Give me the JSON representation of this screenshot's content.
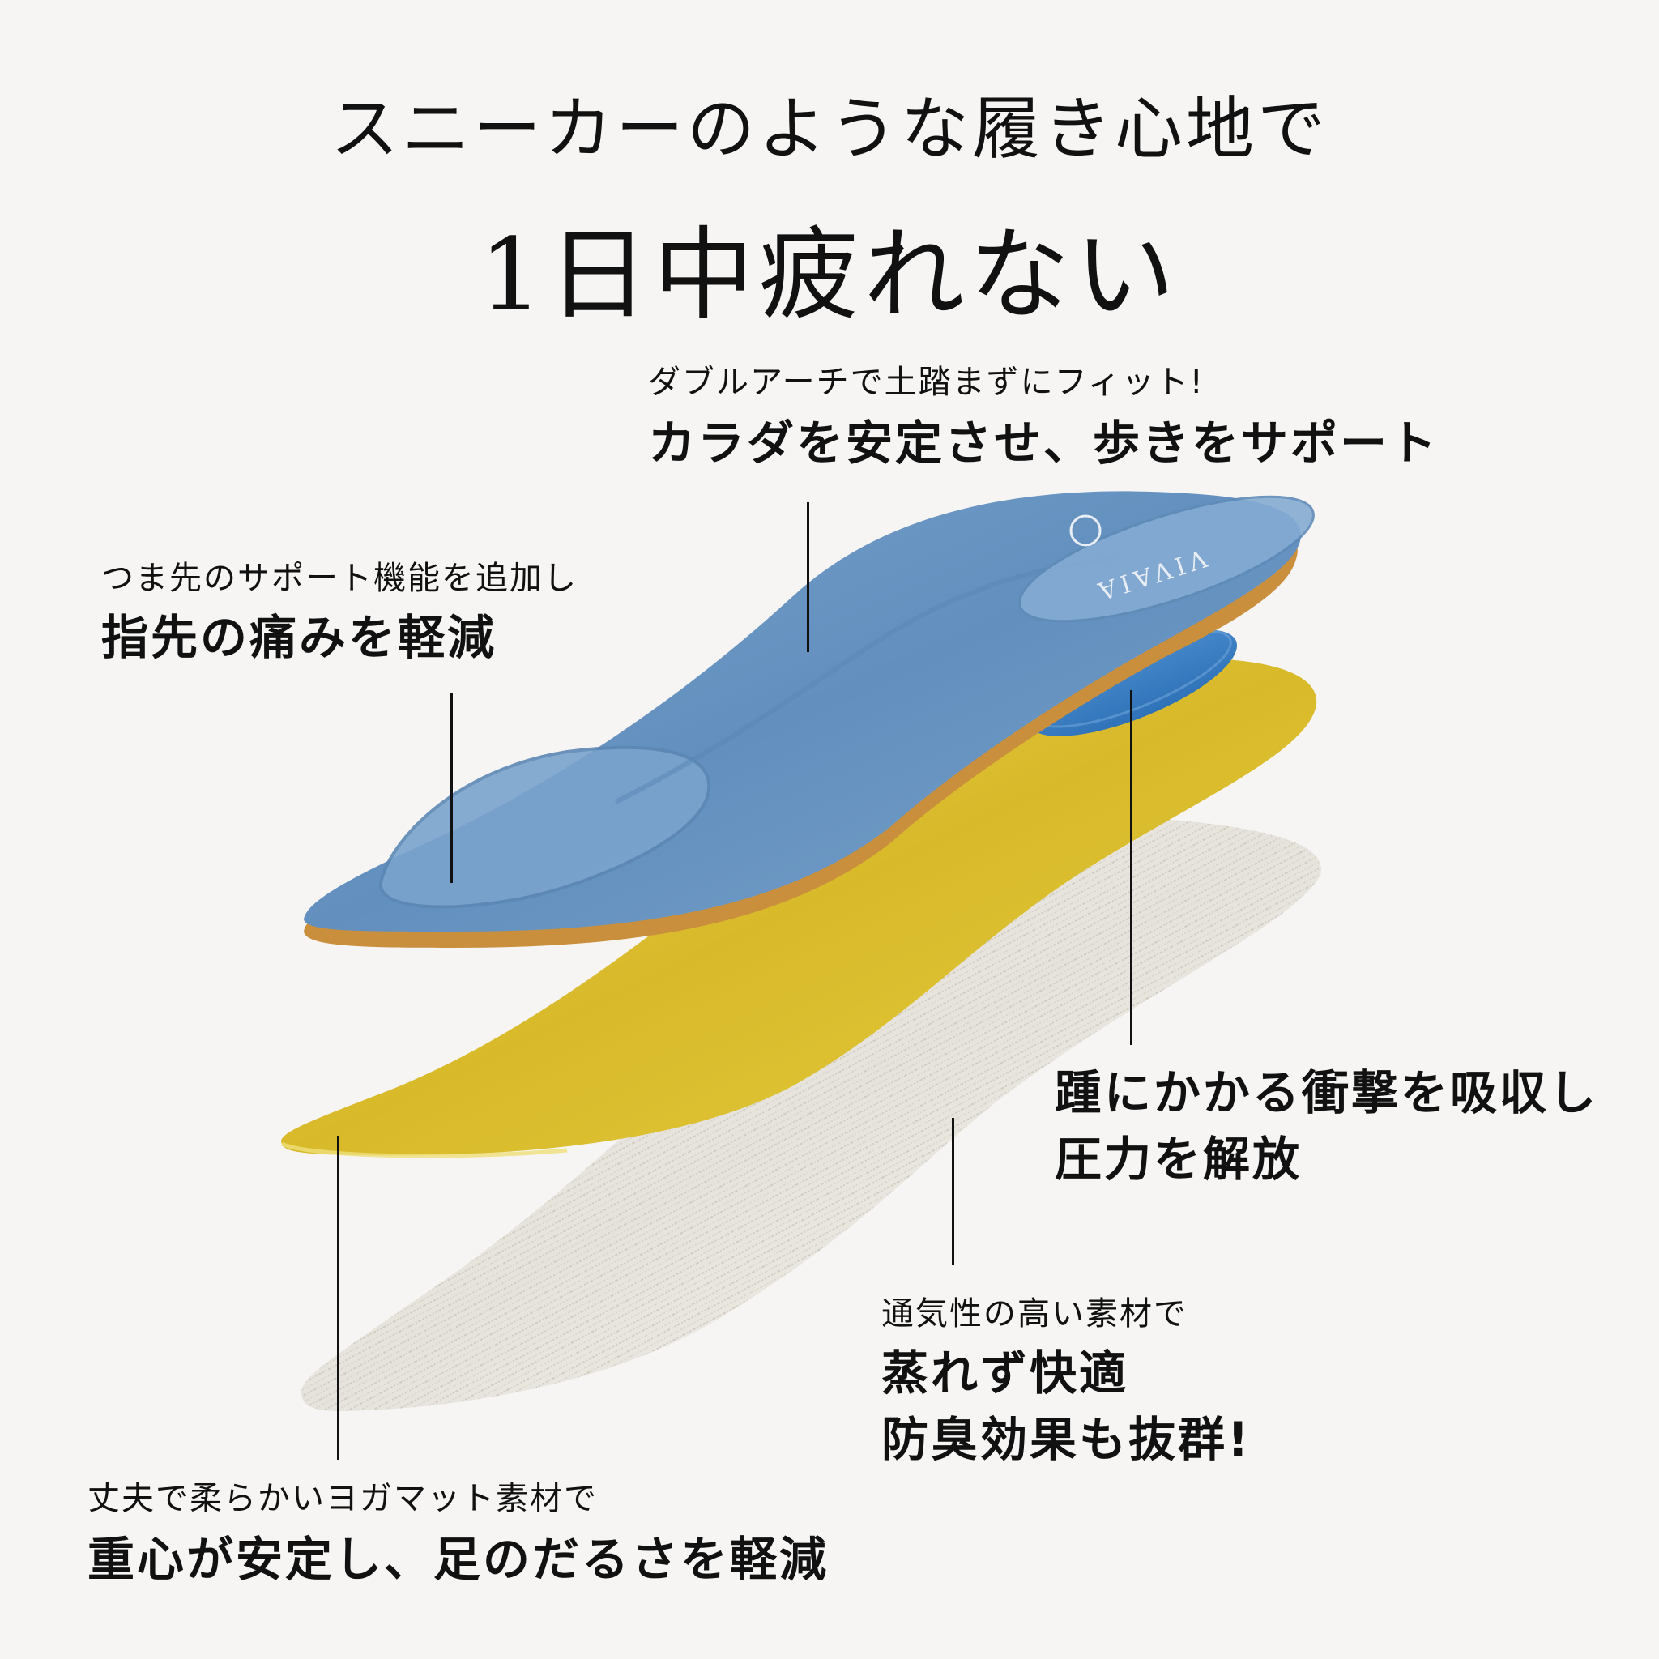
{
  "headline": {
    "line1": "スニーカーのような履き心地で",
    "line2": "1日中疲れない"
  },
  "callouts": [
    {
      "id": "arch",
      "sub": "ダブルアーチで土踏まずにフィット!",
      "main": [
        "カラダを安定させ、歩きをサポート"
      ]
    },
    {
      "id": "toe",
      "sub": "つま先のサポート機能を追加し",
      "main": [
        "指先の痛みを軽減"
      ]
    },
    {
      "id": "heel",
      "sub": "",
      "main": [
        "踵にかかる衝撃を吸収し",
        "圧力を解放"
      ]
    },
    {
      "id": "breathable",
      "sub": "通気性の高い素材で",
      "main": [
        "蒸れず快適",
        "防臭効果も抜群!"
      ]
    },
    {
      "id": "yoga-mat",
      "sub": "丈夫で柔らかいヨガマット素材で",
      "main": [
        "重心が安定し、足のだるさを軽減"
      ]
    }
  ],
  "product": {
    "brand_logo_text": "VIVAIA",
    "layers": [
      "blue-top-insole",
      "blue-heel-pad",
      "yellow-mid-layer",
      "white-mesh-base"
    ]
  },
  "colors": {
    "background": "#f6f5f3",
    "text": "#111111",
    "insole_blue": "#6a95c2",
    "insole_cork": "#c98f3d",
    "heel_pad_blue": "#3a7ec2",
    "yellow_layer": "#dcc02c",
    "white_layer": "#e9e6e0"
  }
}
